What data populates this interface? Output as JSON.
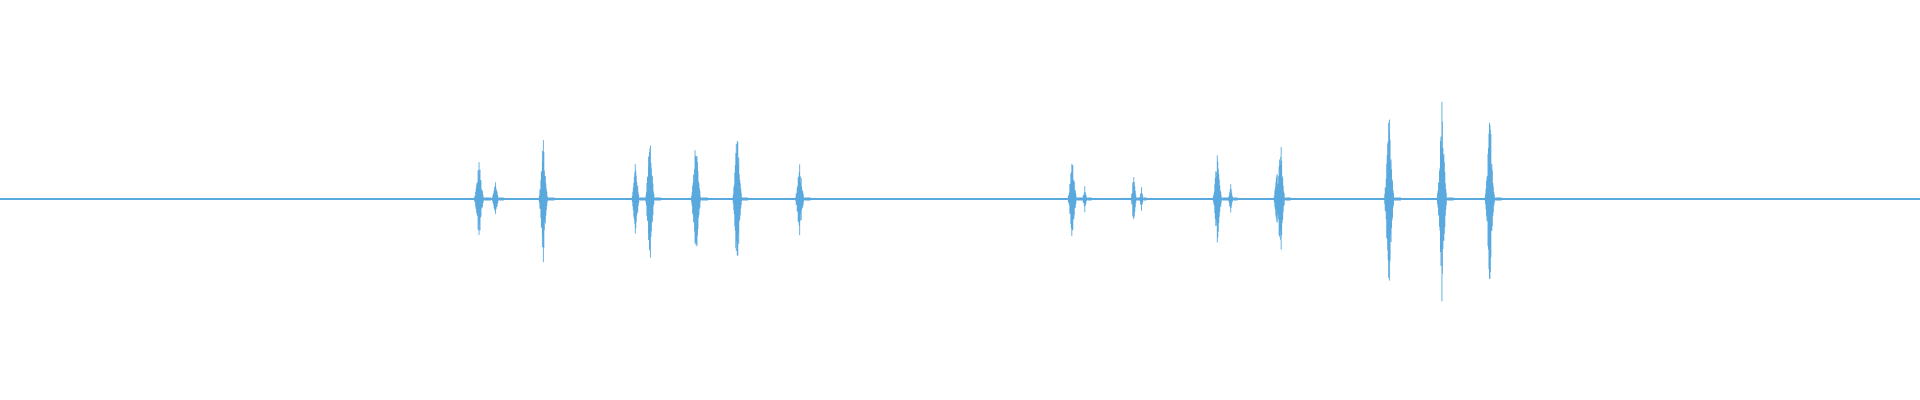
{
  "waveform": {
    "color": "#5aa9de",
    "background": "#ffffff",
    "duration_fraction_note": "",
    "bursts": [
      {
        "t": 0.2495,
        "amp": 0.42,
        "width": 0.0028
      },
      {
        "t": 0.258,
        "amp": 0.22,
        "width": 0.002
      },
      {
        "t": 0.283,
        "amp": 0.69,
        "width": 0.0026
      },
      {
        "t": 0.331,
        "amp": 0.45,
        "width": 0.0022
      },
      {
        "t": 0.3385,
        "amp": 0.78,
        "width": 0.0026
      },
      {
        "t": 0.3625,
        "amp": 0.68,
        "width": 0.0028
      },
      {
        "t": 0.384,
        "amp": 0.88,
        "width": 0.0026
      },
      {
        "t": 0.4165,
        "amp": 0.4,
        "width": 0.0026
      },
      {
        "t": 0.5585,
        "amp": 0.46,
        "width": 0.0026
      },
      {
        "t": 0.565,
        "amp": 0.14,
        "width": 0.0016
      },
      {
        "t": 0.5905,
        "amp": 0.32,
        "width": 0.0016
      },
      {
        "t": 0.5945,
        "amp": 0.12,
        "width": 0.0012
      },
      {
        "t": 0.634,
        "amp": 0.5,
        "width": 0.0026
      },
      {
        "t": 0.641,
        "amp": 0.16,
        "width": 0.0016
      },
      {
        "t": 0.665,
        "amp": 0.34,
        "width": 0.0018
      },
      {
        "t": 0.667,
        "amp": 0.66,
        "width": 0.0024
      },
      {
        "t": 0.7235,
        "amp": 0.94,
        "width": 0.0028
      },
      {
        "t": 0.751,
        "amp": 1.0,
        "width": 0.0028
      },
      {
        "t": 0.776,
        "amp": 0.94,
        "width": 0.0028
      }
    ]
  }
}
